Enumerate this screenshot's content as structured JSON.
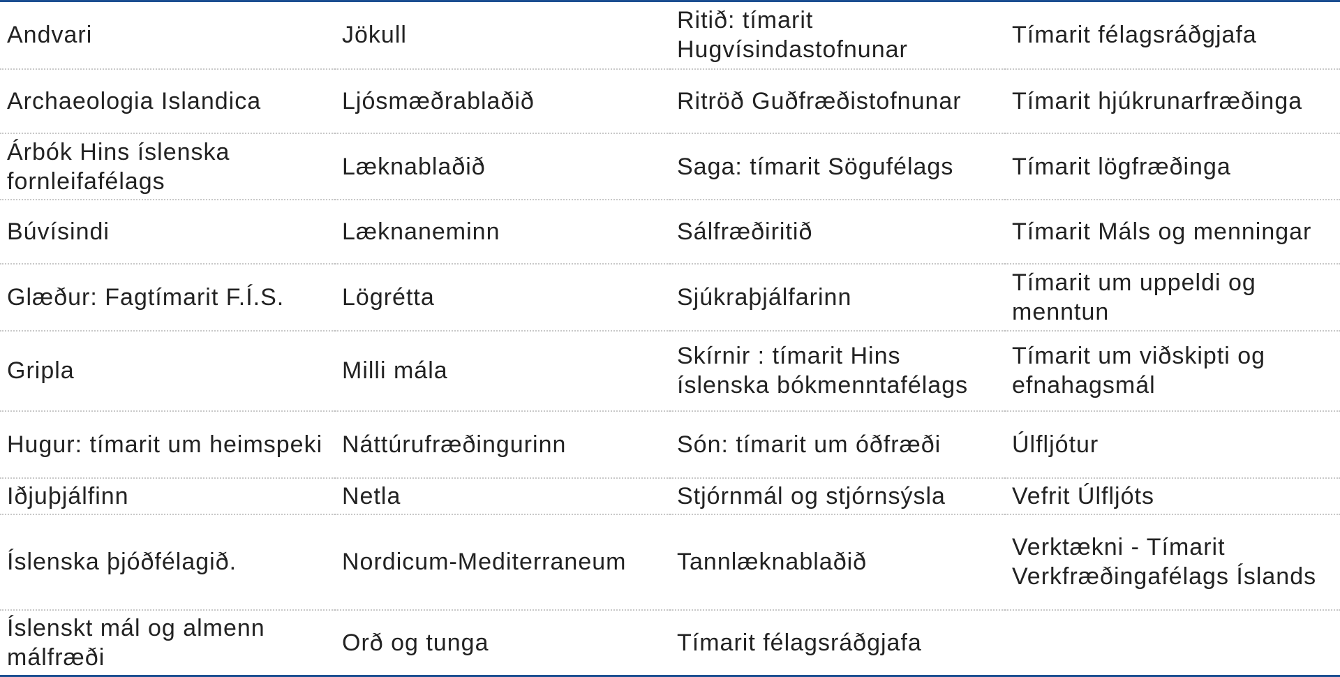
{
  "journals": {
    "rows": [
      [
        "Andvari",
        "Jökull",
        "Ritið: tímarit Hugvísindastofnunar",
        "Tímarit félagsráðgjafa"
      ],
      [
        "Archaeologia Islandica",
        "Ljósmæðrablaðið",
        "Ritröð Guðfræðistofnunar",
        "Tímarit hjúkrunarfræðinga"
      ],
      [
        "Árbók Hins íslenska fornleifafélags",
        "Læknablaðið",
        "Saga: tímarit Sögufélags",
        "Tímarit lögfræðinga"
      ],
      [
        "Búvísindi",
        "Læknaneminn",
        "Sálfræðiritið",
        "Tímarit Máls og menningar"
      ],
      [
        "Glæður: Fagtímarit F.Í.S.",
        "Lögrétta",
        "Sjúkraþjálfarinn",
        "Tímarit um uppeldi og menntun"
      ],
      [
        "Gripla",
        "Milli mála",
        "Skírnir : tímarit Hins íslenska bókmenntafélags",
        "Tímarit um viðskipti og efnahagsmál"
      ],
      [
        "Hugur: tímarit um heimspeki",
        "Náttúrufræðingurinn",
        "Són: tímarit um óðfræði",
        "Úlfljótur"
      ],
      [
        "Iðjuþjálfinn",
        "Netla",
        "Stjórnmál og stjórnsýsla",
        "Vefrit Úlfljóts"
      ],
      [
        "Íslenska þjóðfélagið.",
        "Nordicum-Mediterraneum",
        "Tannlæknablaðið",
        "Verktækni - Tímarit Verkfræðingafélags Íslands"
      ],
      [
        "Íslenskt mál og almenn málfræði",
        "Orð og tunga",
        "Tímarit  félagsráðgjafa",
        ""
      ]
    ]
  },
  "colors": {
    "rule": "#1c4f91",
    "text": "#222222",
    "dotted": "#c8c8c8"
  }
}
